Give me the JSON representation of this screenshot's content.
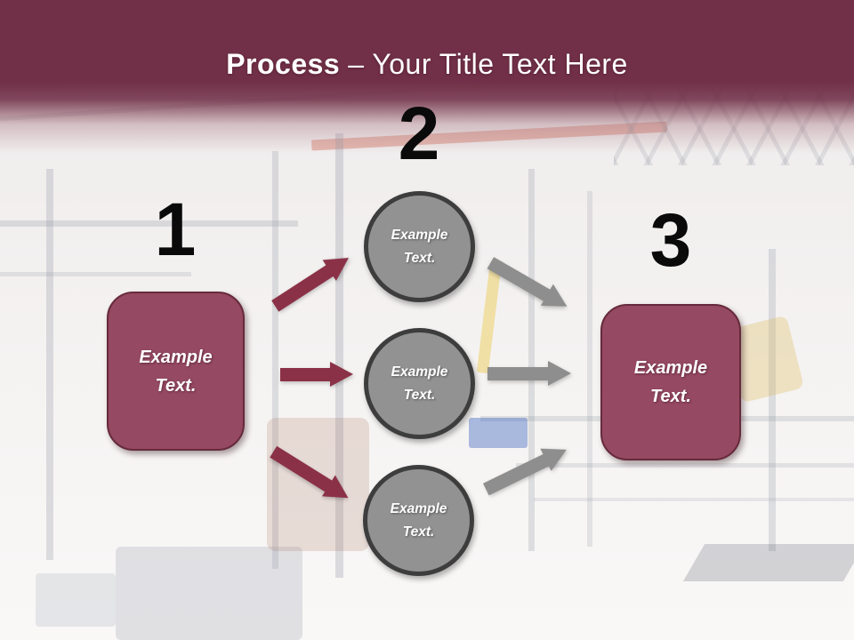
{
  "title": {
    "bold": "Process",
    "rest": "– Your Title Text Here"
  },
  "steps": [
    {
      "number": "1",
      "label": "Example Text."
    },
    {
      "number": "2"
    },
    {
      "number": "3",
      "label": "Example Text."
    }
  ],
  "circles": [
    {
      "label": "Example Text."
    },
    {
      "label": "Example Text."
    },
    {
      "label": "Example Text."
    }
  ],
  "colors": {
    "header_maroon": "#713047",
    "box_fill": "#954962",
    "box_border": "#662a3c",
    "arrow_maroon": "#8b3147",
    "circle_fill": "#929292",
    "circle_border": "#3d3d3d",
    "arrow_gray": "#8e8e8e",
    "number_color": "#0a0a0a",
    "title_color": "#ffffff"
  }
}
